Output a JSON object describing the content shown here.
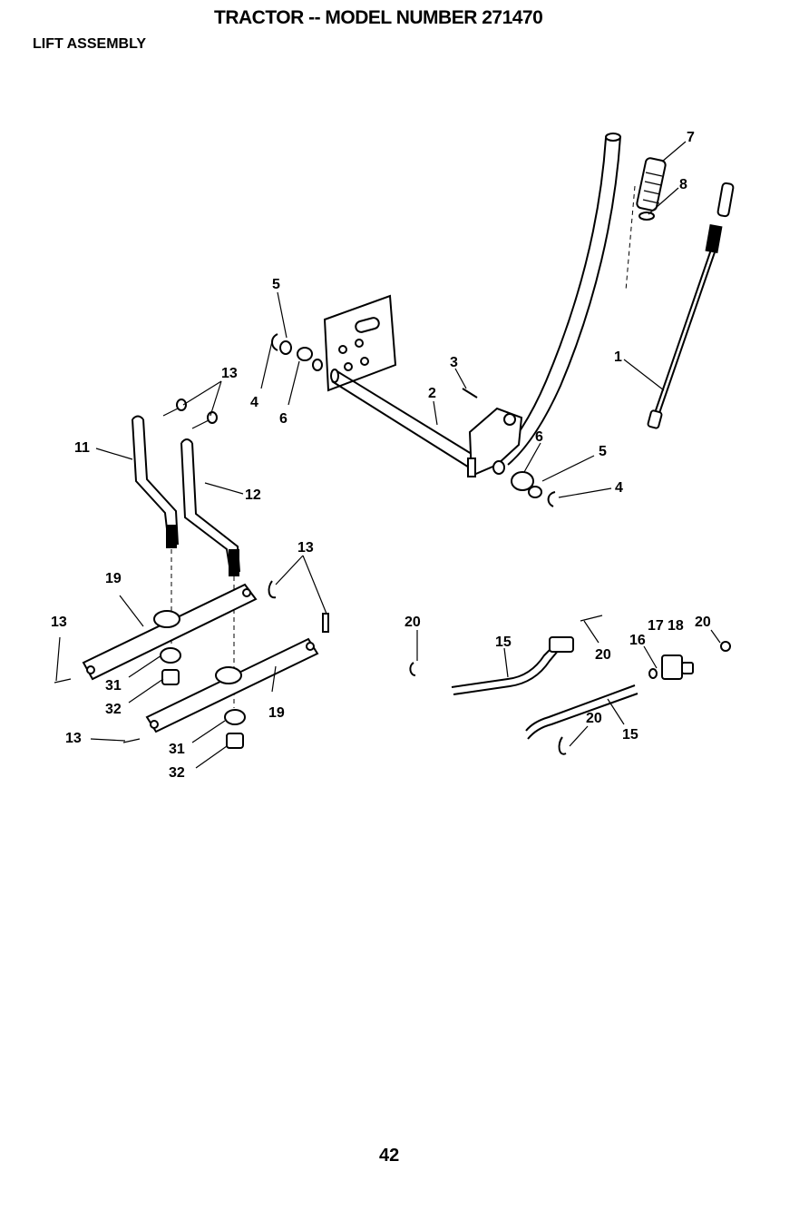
{
  "header": {
    "title": "TRACTOR -- MODEL NUMBER 271470",
    "section": "LIFT ASSEMBLY"
  },
  "footer": {
    "page_number": "42"
  },
  "callouts": {
    "c1": "1",
    "c2": "2",
    "c3": "3",
    "c4a": "4",
    "c4b": "4",
    "c5a": "5",
    "c5b": "5",
    "c6a": "6",
    "c6b": "6",
    "c7": "7",
    "c8": "8",
    "c11": "11",
    "c12": "12",
    "c13a": "13",
    "c13b": "13",
    "c13c": "13",
    "c13d": "13",
    "c15a": "15",
    "c15b": "15",
    "c16": "16",
    "c17": "17",
    "c18": "18",
    "c19a": "19",
    "c19b": "19",
    "c20a": "20",
    "c20b": "20",
    "c20c": "20",
    "c20d": "20",
    "c31a": "31",
    "c31b": "31",
    "c32a": "32",
    "c32b": "32"
  }
}
